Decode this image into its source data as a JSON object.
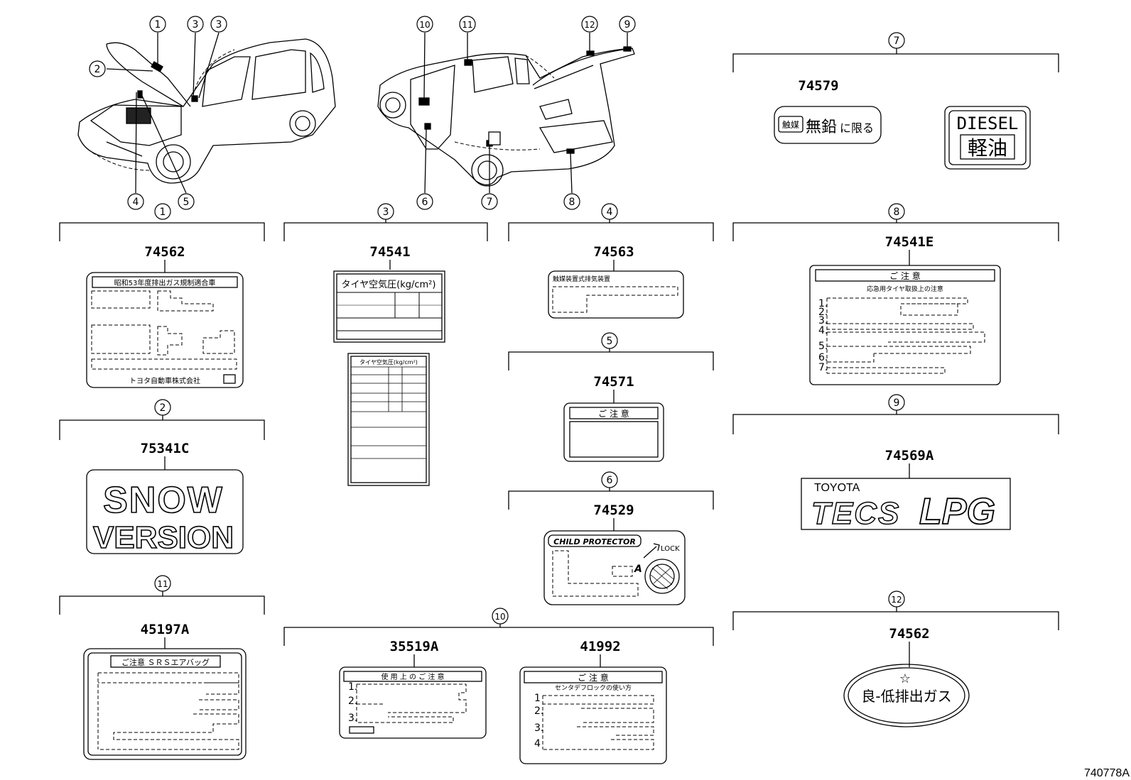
{
  "drawing_code": "740778A",
  "callouts": {
    "c1": "1",
    "c2": "2",
    "c3": "3",
    "c4": "4",
    "c5": "5",
    "c6": "6",
    "c7": "7",
    "c8": "8",
    "c9": "9",
    "c10": "10",
    "c11": "11",
    "c12": "12"
  },
  "parts": {
    "p74562": "74562",
    "p74541": "74541",
    "p74563": "74563",
    "p74541E": "74541E",
    "p75341C": "75341C",
    "p74571": "74571",
    "p74569A": "74569A",
    "p74529": "74529",
    "p45197A": "45197A",
    "p35519A": "35519A",
    "p41992": "41992",
    "p74562b": "74562",
    "p74579": "74579"
  },
  "labels": {
    "emission_title": "昭和53年度排出ガス規制適合車",
    "toyota_corp": "トヨタ自動車株式会社",
    "tire_pressure": "タイヤ空気圧(kg/cm²)",
    "tire_pressure_small": "タイヤ空気圧(kg/cm²)",
    "catalyst_title": "触媒装置式排気装置",
    "caution": "ご 注 意",
    "spare_tire_caution": "応急用タイヤ取扱上の注意",
    "snow_1": "SNOW",
    "snow_2": "VERSION",
    "unleaded_badge": "触媒",
    "unleaded_text_a": "無鉛",
    "unleaded_text_b": "に限る",
    "diesel_en": "DIESEL",
    "diesel_jp": "軽油",
    "toyota": "TOYOTA",
    "tecs": "TECS",
    "lpg": "LPG",
    "child_protector": "CHILD PROTECTOR",
    "lock": "LOCK",
    "marker_a": "A",
    "srs_airbag": "ご注意 ＳＲＳエアバッグ",
    "usage_caution": "使 用 上 の ご 注 意",
    "center_lock": "センタデフロックの使い方",
    "low_emission": "良-低排出ガス",
    "star": "☆"
  }
}
